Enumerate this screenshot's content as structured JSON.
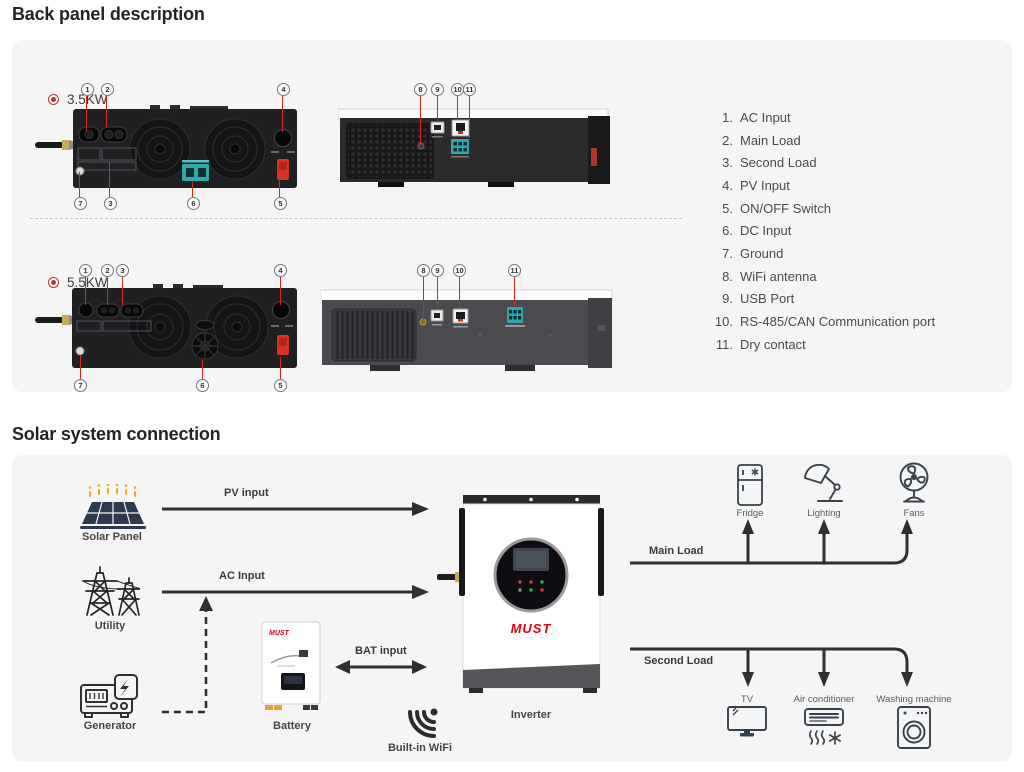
{
  "titles": {
    "back_panel": "Back panel description",
    "solar": "Solar system connection"
  },
  "back_panel": {
    "models": [
      {
        "label": "3.5KW"
      },
      {
        "label": "5.5KW"
      }
    ],
    "legend": [
      {
        "num": "1.",
        "label": "AC Input"
      },
      {
        "num": "2.",
        "label": "Main Load"
      },
      {
        "num": "3.",
        "label": "Second Load"
      },
      {
        "num": "4.",
        "label": "PV Input"
      },
      {
        "num": "5.",
        "label": "ON/OFF Switch"
      },
      {
        "num": "6.",
        "label": "DC Input"
      },
      {
        "num": "7.",
        "label": "Ground"
      },
      {
        "num": "8.",
        "label": "WiFi antenna"
      },
      {
        "num": "9.",
        "label": "USB Port"
      },
      {
        "num": "10.",
        "label": "RS-485/CAN Communication port"
      },
      {
        "num": "11.",
        "label": "Dry contact"
      }
    ],
    "callouts": {
      "m35_back": [
        "1",
        "2",
        "4",
        "7",
        "3",
        "6",
        "5"
      ],
      "m35_side": [
        "8",
        "9",
        "10",
        "11"
      ],
      "m55_back": [
        "1",
        "2",
        "3",
        "4",
        "7",
        "6",
        "5"
      ],
      "m55_side": [
        "8",
        "9",
        "10",
        "11"
      ]
    }
  },
  "solar": {
    "brand": "MUST",
    "nodes": {
      "solar_panel": "Solar Panel",
      "utility": "Utility",
      "generator": "Generator",
      "battery": "Battery",
      "wifi": "Built-in WiFi",
      "inverter": "Inverter"
    },
    "flows": {
      "pv": "PV input",
      "ac": "AC Input",
      "bat": "BAT input",
      "main_load": "Main Load",
      "second_load": "Second Load"
    },
    "main_loads": [
      "Fridge",
      "Lighting",
      "Fans"
    ],
    "second_loads": [
      "TV",
      "Air conditioner",
      "Washing machine"
    ]
  },
  "colors": {
    "panel_bg": "#f5f5f6",
    "callout_red": "#d9261c",
    "brand_red": "#e60012",
    "connector_teal": "#2fa8ad",
    "arrow_dark": "#2f2f31",
    "device_black": "#202022",
    "device_gray": "#4b4b4f",
    "icon_stroke": "#37424c"
  }
}
